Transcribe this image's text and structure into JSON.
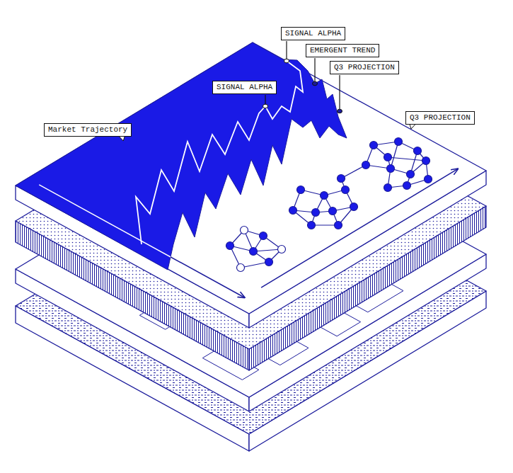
{
  "diagram": {
    "labels": [
      "SIGNAL ALPHA",
      "EMERGENT TREND",
      "Q3 PROJECTION",
      "Market Trajectory",
      "SIGNAL ALPHA",
      "Q3 PROJECTION"
    ]
  }
}
